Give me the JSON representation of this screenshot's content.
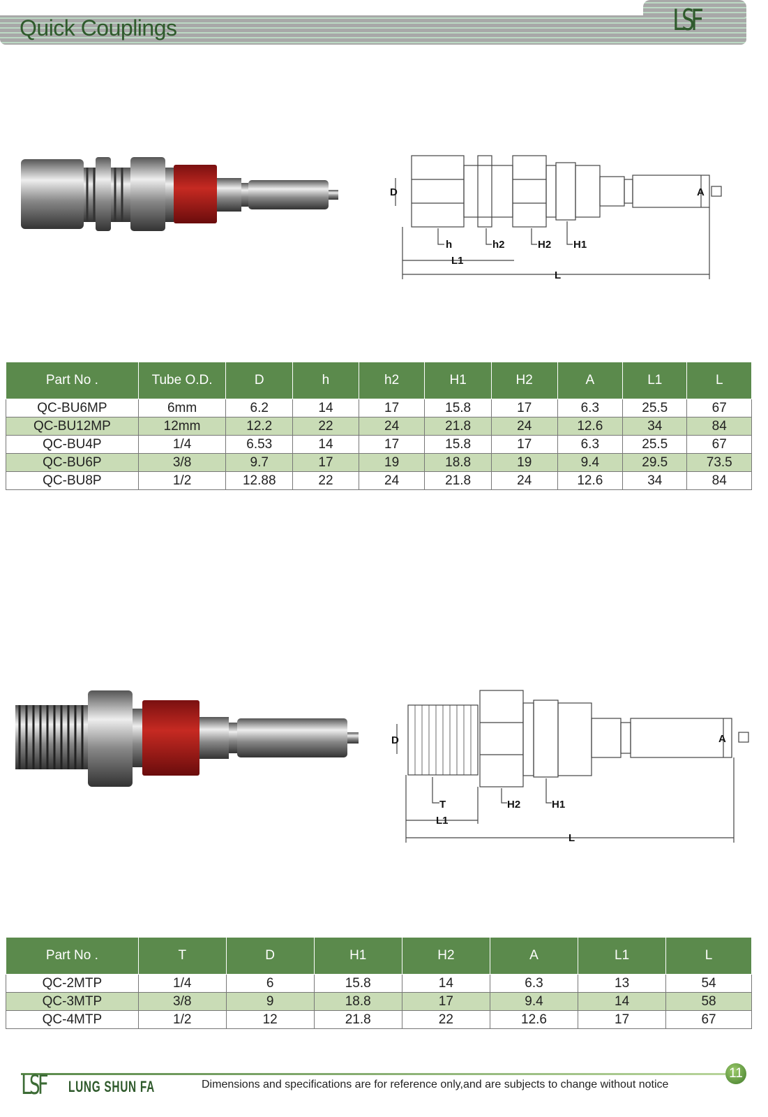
{
  "header": {
    "title": "Quick Couplings",
    "logo": "LSF"
  },
  "section1": {
    "diagram_labels": {
      "D": "D",
      "h": "h",
      "h2": "h2",
      "H2": "H2",
      "H1": "H1",
      "L1": "L1",
      "L": "L",
      "A": "A"
    },
    "table": {
      "headers": [
        "Part No .",
        "Tube O.D.",
        "D",
        "h",
        "h2",
        "H1",
        "H2",
        "A",
        "L1",
        "L"
      ],
      "rows": [
        [
          "QC-BU6MP",
          "6mm",
          "6.2",
          "14",
          "17",
          "15.8",
          "17",
          "6.3",
          "25.5",
          "67"
        ],
        [
          "QC-BU12MP",
          "12mm",
          "12.2",
          "22",
          "24",
          "21.8",
          "24",
          "12.6",
          "34",
          "84"
        ],
        [
          "QC-BU4P",
          "1/4",
          "6.53",
          "14",
          "17",
          "15.8",
          "17",
          "6.3",
          "25.5",
          "67"
        ],
        [
          "QC-BU6P",
          "3/8",
          "9.7",
          "17",
          "19",
          "18.8",
          "19",
          "9.4",
          "29.5",
          "73.5"
        ],
        [
          "QC-BU8P",
          "1/2",
          "12.88",
          "22",
          "24",
          "21.8",
          "24",
          "12.6",
          "34",
          "84"
        ]
      ]
    }
  },
  "section2": {
    "diagram_labels": {
      "D": "D",
      "T": "T",
      "H2": "H2",
      "H1": "H1",
      "L1": "L1",
      "L": "L",
      "A": "A"
    },
    "table": {
      "headers": [
        "Part No .",
        "T",
        "D",
        "H1",
        "H2",
        "A",
        "L1",
        "L"
      ],
      "rows": [
        [
          "QC-2MTP",
          "1/4",
          "6",
          "15.8",
          "14",
          "6.3",
          "13",
          "54"
        ],
        [
          "QC-3MTP",
          "3/8",
          "9",
          "18.8",
          "17",
          "9.4",
          "14",
          "58"
        ],
        [
          "QC-4MTP",
          "1/2",
          "12",
          "21.8",
          "22",
          "12.6",
          "17",
          "67"
        ]
      ]
    }
  },
  "footer": {
    "logo": "LSF",
    "company": "LUNG SHUN FA",
    "note": "Dimensions and specifications are for reference only,and are subjects to change without notice",
    "page_number": "11"
  },
  "colors": {
    "brand_green": "#2f5a2c",
    "table_header": "#5b8a4c",
    "alt_row": "#c9dcb6",
    "coupling_red": "#b3201c"
  }
}
